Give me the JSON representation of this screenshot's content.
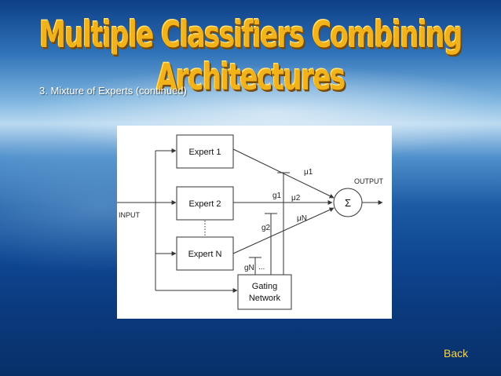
{
  "title": "Multiple Classifiers Combining Architectures",
  "subtitle": "3. Mixture of Experts (continued)",
  "back_link": "Back",
  "diagram": {
    "input_label": "INPUT",
    "output_label": "OUTPUT",
    "experts": [
      "Expert 1",
      "Expert 2",
      "Expert N"
    ],
    "gating_line1": "Gating",
    "gating_line2": "Network",
    "summation_symbol": "Σ",
    "mu_labels": [
      "μ1",
      "μ2",
      "μN"
    ],
    "g_labels": [
      "g1",
      "g2",
      "gN"
    ],
    "ellipsis": "..."
  },
  "colors": {
    "title": "#f2b21a",
    "back_link": "#ffd23c"
  }
}
